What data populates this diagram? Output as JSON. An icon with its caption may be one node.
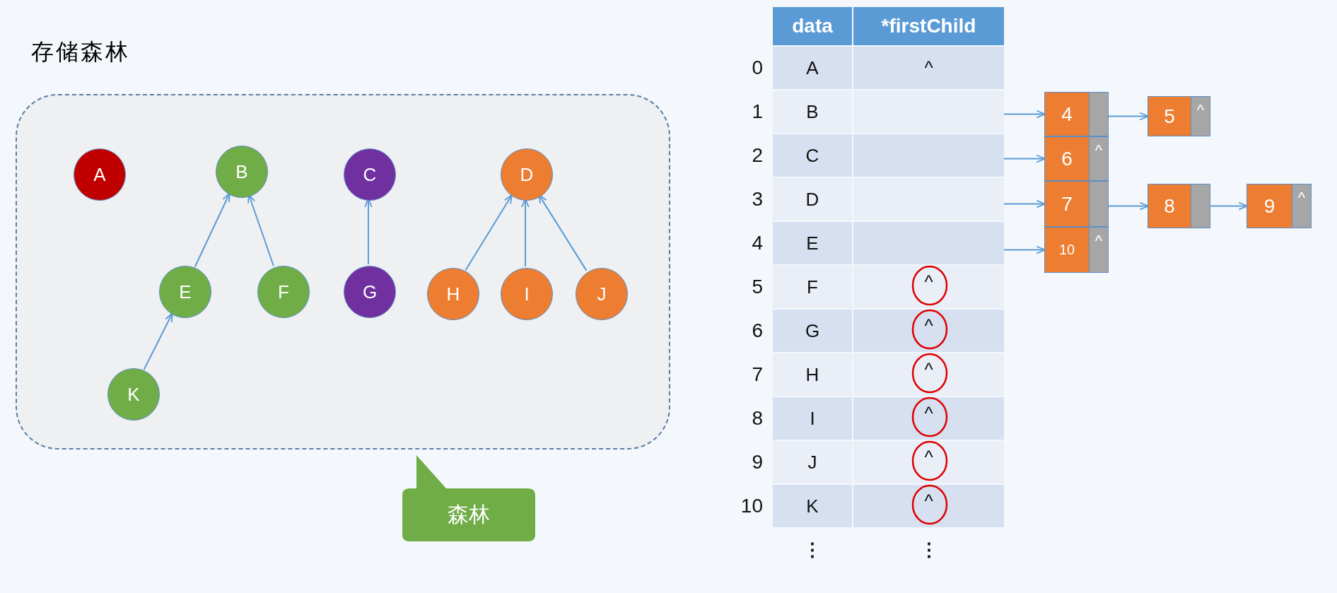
{
  "diagram": {
    "title": "存储森林",
    "nodes": [
      {
        "text": [],
        "shape": "box"
      },
      {
        "text": [
          "A"
        ],
        "in": 0
      },
      {
        "text": [
          "B"
        ],
        "in": 0
      },
      {
        "text": [
          "C"
        ],
        "in": 0
      },
      {
        "text": [
          "D"
        ],
        "in": 0
      },
      {
        "text": [
          "E"
        ],
        "in": 0
      },
      {
        "text": [
          "F"
        ],
        "in": 0
      },
      {
        "text": [
          "G"
        ],
        "in": 0
      },
      {
        "text": [
          "H"
        ],
        "in": 0
      },
      {
        "text": [
          "I"
        ],
        "in": 0
      },
      {
        "text": [
          "J"
        ],
        "in": 0
      },
      {
        "text": [
          "K"
        ],
        "in": 0
      },
      {
        "text": [
          "森林"
        ]
      },
      {
        "text": [],
        "shape": "box"
      },
      {
        "text": [],
        "shape": "box"
      },
      {
        "text": [],
        "shape": "box"
      },
      {
        "text": [],
        "shape": "box"
      },
      {
        "text": [
          "4"
        ]
      },
      {
        "text": [
          "5",
          "^"
        ]
      },
      {
        "text": [
          "6",
          "^"
        ]
      },
      {
        "text": [
          "7"
        ]
      },
      {
        "text": [
          "8"
        ]
      },
      {
        "text": [
          "9",
          "^"
        ]
      },
      {
        "text": [
          "10",
          "^"
        ]
      }
    ],
    "edges": [
      {
        "from": 5,
        "to": 2,
        "arrow": "to"
      },
      {
        "from": 6,
        "to": 2,
        "arrow": "to"
      },
      {
        "from": 7,
        "to": 3,
        "arrow": "to"
      },
      {
        "from": 8,
        "to": 4,
        "arrow": "to"
      },
      {
        "from": 9,
        "to": 4,
        "arrow": "to"
      },
      {
        "from": 10,
        "to": 4,
        "arrow": "to"
      },
      {
        "from": 11,
        "to": 5,
        "arrow": "to"
      },
      {
        "from": 13,
        "to": 17,
        "arrow": "to"
      },
      {
        "from": 17,
        "to": 18,
        "arrow": "to"
      },
      {
        "from": 14,
        "to": 19,
        "arrow": "to"
      },
      {
        "from": 15,
        "to": 20,
        "arrow": "to"
      },
      {
        "from": 20,
        "to": 21,
        "arrow": "to"
      },
      {
        "from": 21,
        "to": 22,
        "arrow": "to"
      },
      {
        "from": 16,
        "to": 23,
        "arrow": "to"
      }
    ],
    "labels": [
      "data",
      "*firstChild",
      "0",
      "A",
      "^",
      "1",
      "B",
      "2",
      "C",
      "3",
      "D",
      "4",
      "E",
      "5",
      "F",
      "^",
      "6",
      "G",
      "^",
      "7",
      "H",
      "^",
      "8",
      "I",
      "^",
      "9",
      "J",
      "^",
      "10",
      "K",
      "^",
      "⋮",
      "⋮"
    ]
  }
}
